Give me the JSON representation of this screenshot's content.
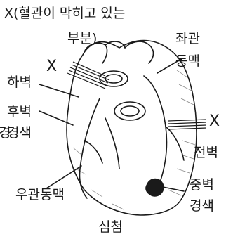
{
  "labels": {
    "title_line1": "X(혈관이 막히고 있는",
    "title_line2": "부분)",
    "left_coronary_1": "좌관",
    "left_coronary_2": "동맥",
    "inferior_wall": "하벽",
    "posterior_wall": "후벽",
    "cut_infarct_1": "경",
    "cut_infarct_2": "경색",
    "x_left": "X",
    "x_right": "X",
    "anterior_wall": "전벽",
    "septal_infarct_1": "중벽",
    "septal_infarct_2": "경색",
    "right_coronary": "우관동맥",
    "apex": "심첨"
  },
  "colors": {
    "ink": "#1a1a1a",
    "background": "#ffffff"
  }
}
